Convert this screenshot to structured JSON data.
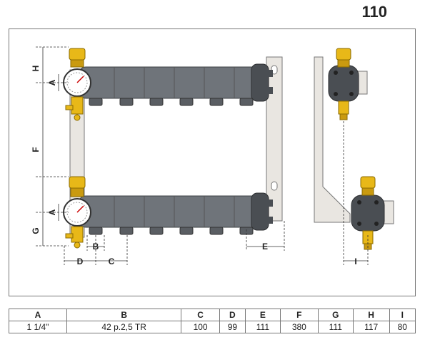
{
  "model": "110",
  "dimension_letters": {
    "A": "A",
    "B": "B",
    "C": "C",
    "D": "D",
    "E": "E",
    "F": "F",
    "G": "G",
    "H": "H",
    "I": "I"
  },
  "table": {
    "headers": [
      "A",
      "B",
      "C",
      "D",
      "E",
      "F",
      "G",
      "H",
      "I"
    ],
    "values": [
      "1 1/4\"",
      "42 p.2,5 TR",
      "100",
      "99",
      "111",
      "380",
      "111",
      "117",
      "80"
    ]
  },
  "colors": {
    "manifold": "#6f747a",
    "manifold_dark": "#4a4e53",
    "brass": "#e8b818",
    "bracket": "#e9e6e1",
    "gauge_face": "#ffffff"
  },
  "icons": [
    "pressure-gauge-icon",
    "air-vent-icon",
    "drain-valve-icon"
  ]
}
